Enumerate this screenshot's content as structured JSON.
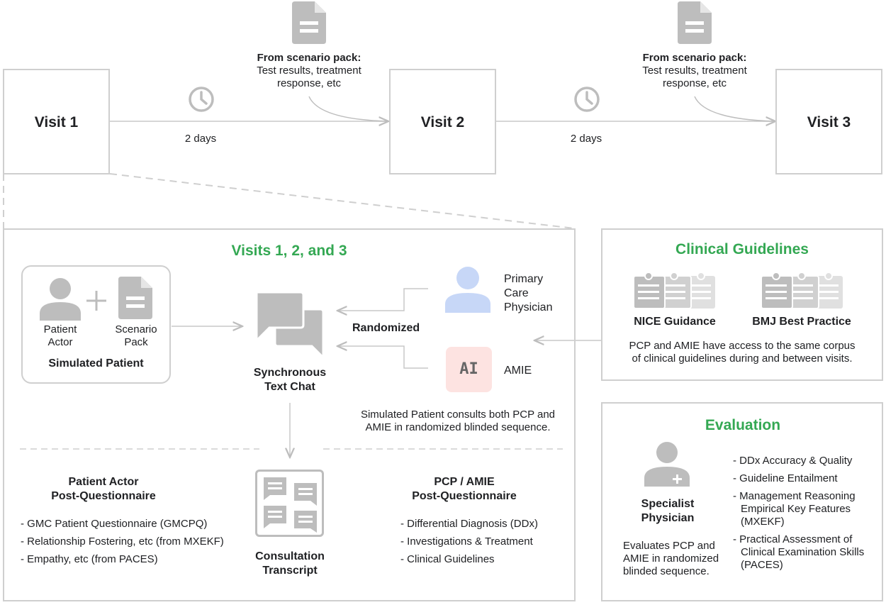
{
  "visits": [
    {
      "label": "Visit 1"
    },
    {
      "label": "Visit 2"
    },
    {
      "label": "Visit 3"
    }
  ],
  "intervals": [
    "2 days",
    "2 days"
  ],
  "scenario_pack_notes": [
    {
      "title": "From scenario pack:",
      "line1": "Test results, treatment",
      "line2": "response, etc"
    },
    {
      "title": "From scenario pack:",
      "line1": "Test results, treatment",
      "line2": "response, etc"
    }
  ],
  "main_panel": {
    "title": "Visits 1, 2, and 3",
    "simulated_patient": {
      "patient_actor": [
        "Patient",
        "Actor"
      ],
      "scenario_pack": [
        "Scenario",
        "Pack"
      ],
      "caption": "Simulated Patient"
    },
    "chat": [
      "Synchronous",
      "Text Chat"
    ],
    "randomized": "Randomized",
    "pcp": [
      "Primary",
      "Care",
      "Physician"
    ],
    "amie_badge": "AI",
    "amie": "AMIE",
    "consult_note": [
      "Simulated Patient consults both PCP and",
      "AMIE in randomized blinded sequence."
    ],
    "transcript": [
      "Consultation",
      "Transcript"
    ],
    "patient_questionnaire": {
      "title": [
        "Patient Actor",
        "Post-Questionnaire"
      ],
      "items": [
        "- GMC Patient Questionnaire (GMCPQ)",
        "- Relationship Fostering, etc (from MXEKF)",
        "- Empathy, etc (from PACES)"
      ]
    },
    "pcp_questionnaire": {
      "title": [
        "PCP / AMIE",
        "Post-Questionnaire"
      ],
      "items": [
        "- Differential Diagnosis (DDx)",
        "- Investigations & Treatment",
        "- Clinical Guidelines"
      ]
    }
  },
  "guidelines_panel": {
    "title": "Clinical Guidelines",
    "sources": [
      "NICE Guidance",
      "BMJ Best Practice"
    ],
    "note": [
      "PCP and AMIE have access to the same corpus",
      "of clinical guidelines during and between visits."
    ]
  },
  "evaluation_panel": {
    "title": "Evaluation",
    "specialist": [
      "Specialist",
      "Physician"
    ],
    "note": [
      "Evaluates PCP and",
      "AMIE in randomized",
      "blinded sequence."
    ],
    "criteria": [
      [
        "- DDx Accuracy & Quality"
      ],
      [
        "- Guideline Entailment"
      ],
      [
        "- Management Reasoning",
        "Empirical Key Features",
        "(MXEKF)"
      ],
      [
        "- Practical Assessment of",
        "Clinical Examination Skills",
        "(PACES)"
      ]
    ]
  },
  "colors": {
    "green": "#34a853",
    "gray": "#bdbdbd",
    "blue": "#c7d7f7",
    "pink": "#fde3e1"
  }
}
